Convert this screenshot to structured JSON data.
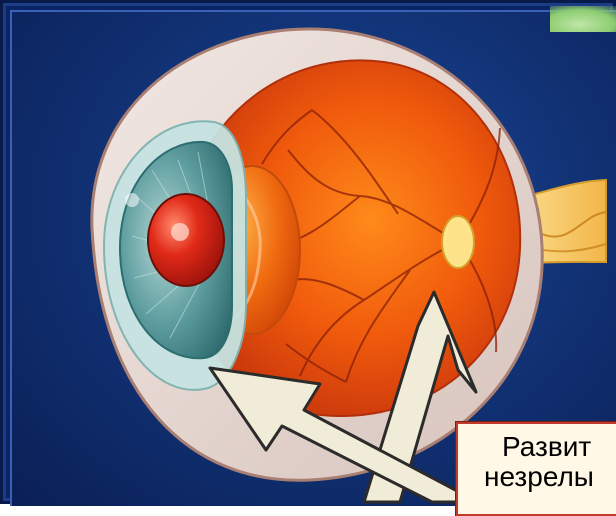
{
  "callout": {
    "line_1": "Развит",
    "line_2": "незрелы"
  },
  "colors": {
    "frame": "#0b2466",
    "callout_border": "#c0392b",
    "callout_fill": "#fff8e6",
    "arrow_fill": "#f1ecd7"
  },
  "icons": [
    "eye-cross-section-illustration",
    "pointer-arrow"
  ]
}
